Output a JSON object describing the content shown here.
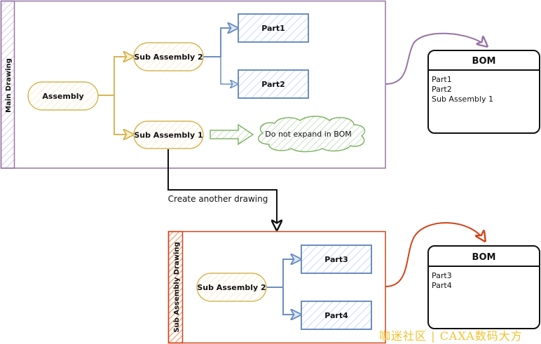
{
  "colors": {
    "main_frame": "#9673a6",
    "sub_frame": "#d0441b",
    "assembly": "#d6b656",
    "assembly_fill": "#fff2cc",
    "part": "#6c8ebf",
    "part_fill": "#dae8fc",
    "note": "#82b366",
    "note_fill": "#d5e8d4",
    "bom": "#111111",
    "watermark": "#f2c230"
  },
  "main_drawing": {
    "title": "Main Drawing",
    "nodes": {
      "assembly": "Assembly",
      "sub_assembly_2": "Sub Assembly 2",
      "sub_assembly_1": "Sub Assembly 1",
      "part1": "Part1",
      "part2": "Part2",
      "note": "Do not expand in BOM"
    }
  },
  "bom_main": {
    "title": "BOM",
    "items": [
      "Part1",
      "Part2",
      "Sub Assembly 1"
    ]
  },
  "connector": {
    "label": "Create another drawing"
  },
  "sub_drawing": {
    "title": "Sub Assembly Drawing",
    "nodes": {
      "sub_assembly_2": "Sub Assembly 2",
      "part3": "Part3",
      "part4": "Part4"
    }
  },
  "bom_sub": {
    "title": "BOM",
    "items": [
      "Part3",
      "Part4"
    ]
  },
  "watermark": "咖迷社区 | CAXA数码大方"
}
